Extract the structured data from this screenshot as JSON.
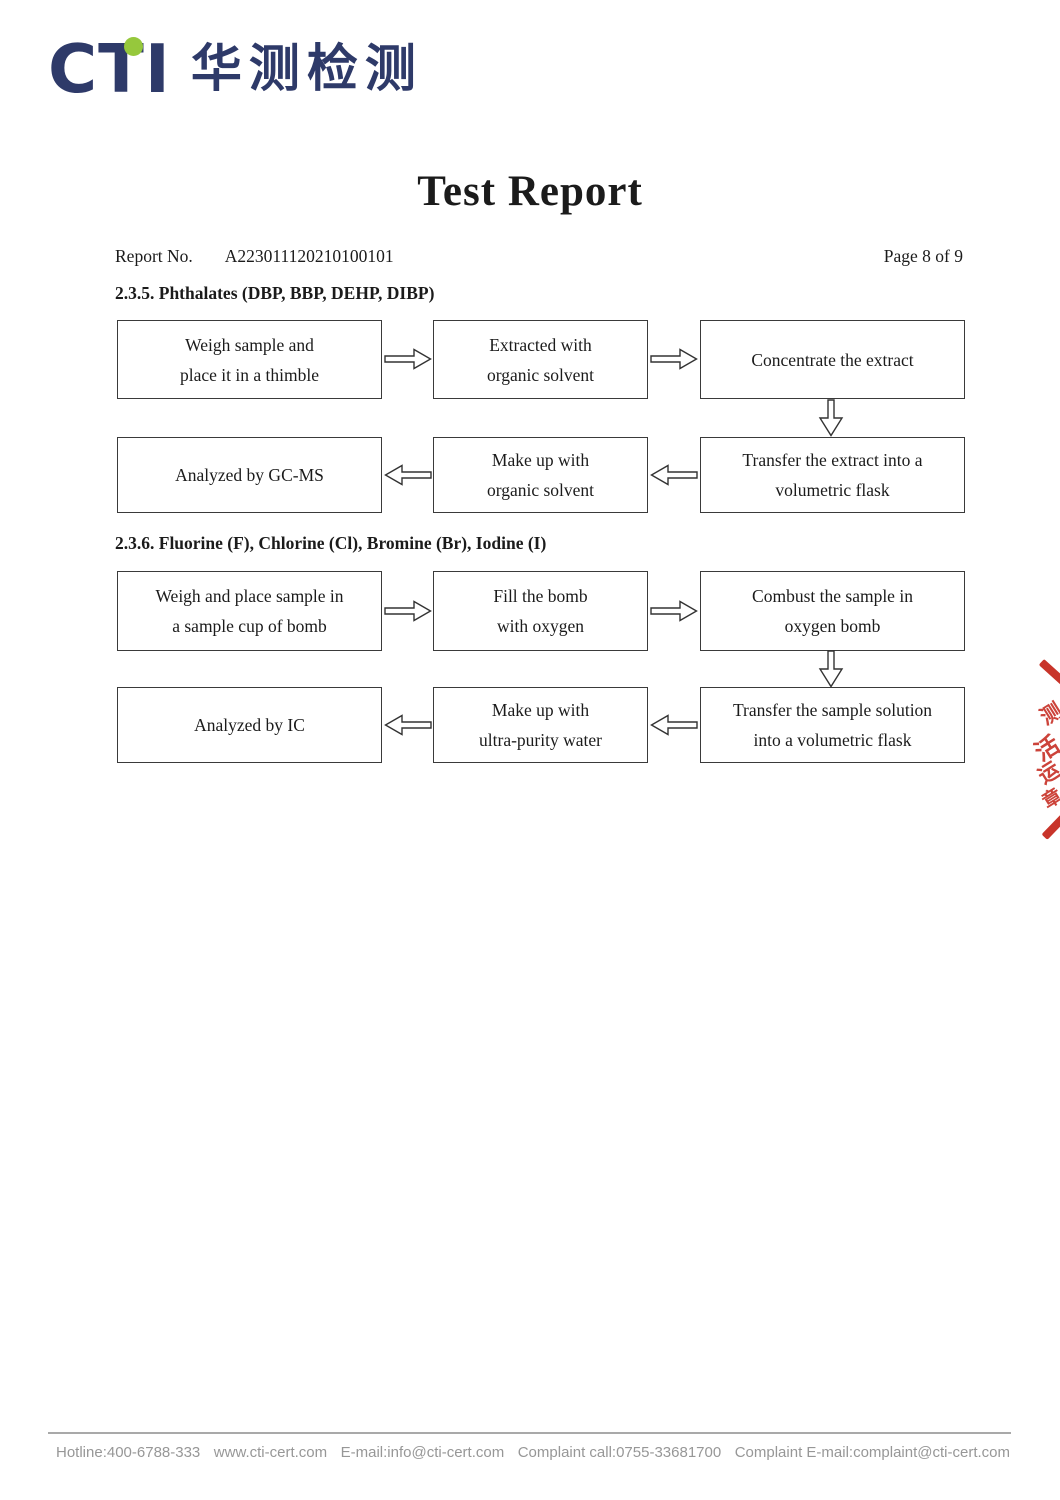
{
  "logo": {
    "latin": "CTI",
    "chinese": "华测检测"
  },
  "title": "Test Report",
  "report": {
    "label": "Report No.",
    "value": "A223011120210100101",
    "page": "Page 8 of 9"
  },
  "charts": [
    {
      "heading": "2.3.5. Phthalates (DBP, BBP, DEHP, DIBP)",
      "boxes": [
        [
          "Weigh sample and",
          "place it in a thimble"
        ],
        [
          "Extracted with",
          "organic solvent"
        ],
        [
          "Concentrate the extract"
        ],
        [
          "Analyzed by GC-MS"
        ],
        [
          "Make up with",
          "organic solvent"
        ],
        [
          "Transfer the extract into a",
          "volumetric flask"
        ]
      ]
    },
    {
      "heading": "2.3.6. Fluorine (F), Chlorine (Cl), Bromine (Br), Iodine (I)",
      "boxes": [
        [
          "Weigh and place sample in",
          "a sample cup of bomb"
        ],
        [
          "Fill the bomb",
          "with oxygen"
        ],
        [
          "Combust the sample in",
          "oxygen bomb"
        ],
        [
          "Analyzed by IC"
        ],
        [
          "Make up with",
          "ultra-purity water"
        ],
        [
          "Transfer the sample solution",
          "into a volumetric flask"
        ]
      ]
    }
  ],
  "footer": {
    "items": [
      "Hotline:400-6788-333",
      "www.cti-cert.com",
      "E-mail:info@cti-cert.com",
      "Complaint call:0755-33681700",
      "Complaint E-mail:complaint@cti-cert.com"
    ]
  },
  "stamp": {
    "glyphs": [
      "测",
      "活",
      "运",
      "章"
    ]
  },
  "colors": {
    "logo_navy": "#2e3a69",
    "logo_green": "#96c83c",
    "stamp_red": "#c8342a",
    "footer_gray": "#979797"
  }
}
